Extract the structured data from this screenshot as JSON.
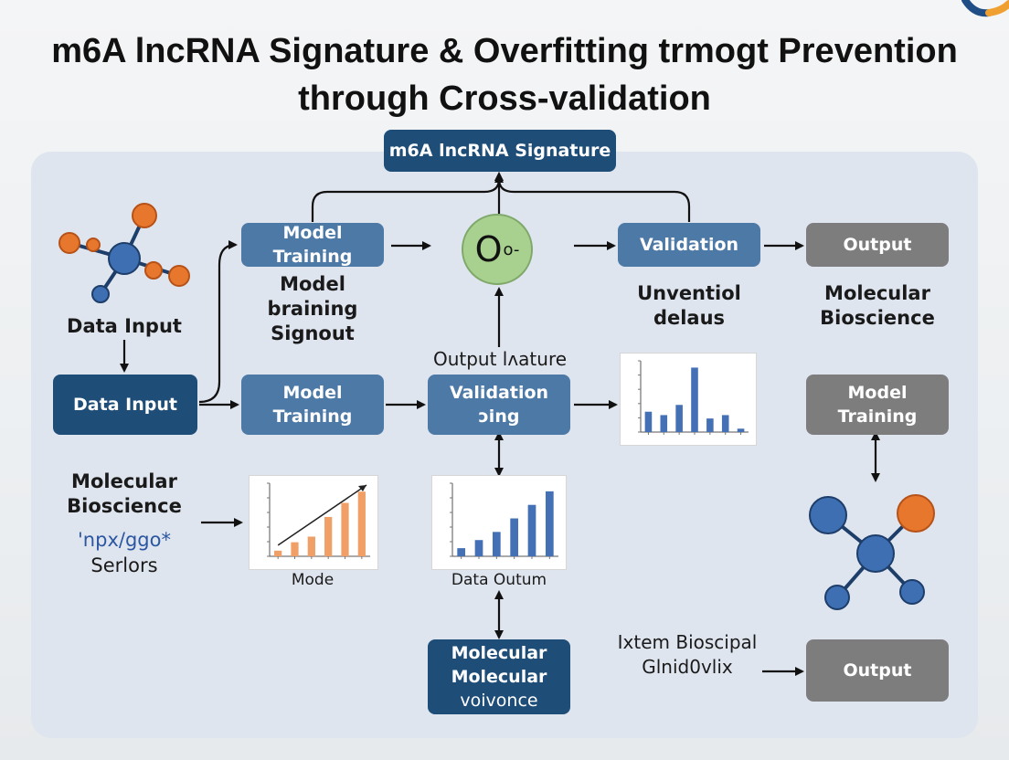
{
  "title": {
    "line1": "m6A lncRNA Signature & Overfitting trmogt Prevention",
    "line2": "through Cross-validation"
  },
  "nodes": {
    "signature_top": "m6A lncRNA Signature",
    "model_training_top": "Model Training",
    "circle": {
      "big": "O",
      "small": "o-"
    },
    "validation_top": "Validation",
    "output_top": "Output",
    "data_input_box": "Data Input",
    "model_training_mid": "Model Training",
    "validation_mid": "Validation ɔing",
    "model_training_right": "Model Training",
    "molecular_box": {
      "line1": "Molecular",
      "line2": "Molecular",
      "line3": "voivonce"
    },
    "output_bottom": "Output"
  },
  "labels": {
    "data_input": "Data Input",
    "model_braining": {
      "line1": "Model",
      "line2": "braining",
      "line3": "Signout"
    },
    "output_iwature": "Output lʌature",
    "unventiol": {
      "line1": "Unventiol",
      "line2": "delaus"
    },
    "molecular_bioscience_right": {
      "line1": "Molecular",
      "line2": "Bioscience"
    },
    "molecular_bioscience_left": {
      "line1": "Molecular",
      "line2": "Bioscience"
    },
    "npx": "'npx/ggo*",
    "serions": "Serlors",
    "mode": "Mode",
    "data_outum": "Data Outum",
    "ixtem": {
      "line1": "Ixtem Bioscipal",
      "line2": "Glnid0vlix"
    }
  },
  "colors": {
    "box_mid": "#4d79a7",
    "box_dark": "#1e4d78",
    "box_gray": "#7d7d7d",
    "panel": "#dfe5ef",
    "atom_orange": "#e8772e",
    "atom_blue": "#3e6fb3",
    "bar_orange": "#f0a066",
    "bar_blue": "#4470b5",
    "circle_green": "#a8d18f"
  },
  "chart_data": [
    {
      "type": "bar",
      "name": "orange-chart",
      "values": [
        2,
        5,
        7,
        14,
        19,
        23
      ],
      "ylim": [
        0,
        26
      ],
      "color": "#f0a066",
      "trend_arrow": true
    },
    {
      "type": "bar",
      "name": "blue-chart-middle",
      "values": [
        3,
        6,
        9,
        14,
        19,
        24
      ],
      "ylim": [
        0,
        27
      ],
      "color": "#4470b5",
      "trend_arrow": false
    },
    {
      "type": "bar",
      "name": "blue-chart-top-right",
      "values": [
        6,
        5,
        8,
        19,
        4,
        5,
        1
      ],
      "ylim": [
        0,
        21
      ],
      "color": "#4470b5",
      "trend_arrow": false
    }
  ]
}
